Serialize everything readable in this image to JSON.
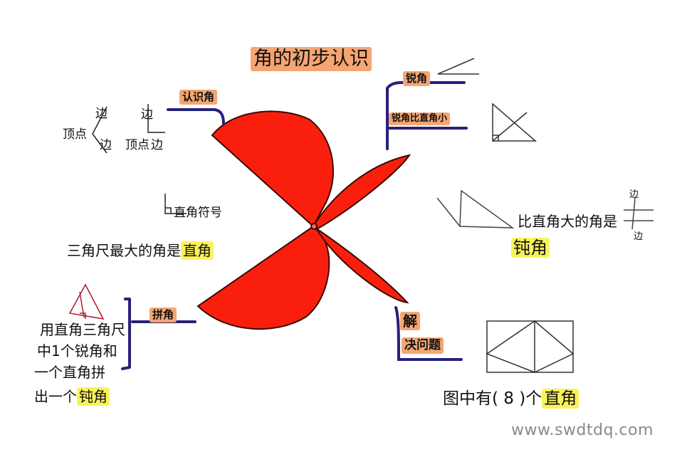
{
  "title": "角的初步认识",
  "branches": {
    "recognize": {
      "label": "认识角",
      "vertex": "顶点",
      "side": "边",
      "right_angle_symbol": "直角符号",
      "fact_prefix": "三角尺最大的角是",
      "fact_highlight": "直角"
    },
    "acute": {
      "label": "锐角",
      "compare_label": "锐角比直角小"
    },
    "obtuse": {
      "text_prefix": "比直角大的角是",
      "highlight": "钝角",
      "side": "边"
    },
    "compose": {
      "label": "拼角",
      "line1": "用直角三角尺",
      "line2": "中1个锐角和",
      "line3": "一个直角拼",
      "line4_prefix": "出一个",
      "line4_highlight": "钝角"
    },
    "solve": {
      "label_line1": "解",
      "label_line2": "决问题",
      "answer_prefix": "图中有(",
      "answer_value": "8",
      "answer_mid": ")个",
      "answer_highlight": "直角"
    }
  },
  "watermark": "www.swdtdq.com",
  "colors": {
    "petal": "#fa1f0d",
    "branch_line": "#27207a",
    "tag_orange": "#f5a572",
    "tag_yellow": "#fbf25a"
  }
}
